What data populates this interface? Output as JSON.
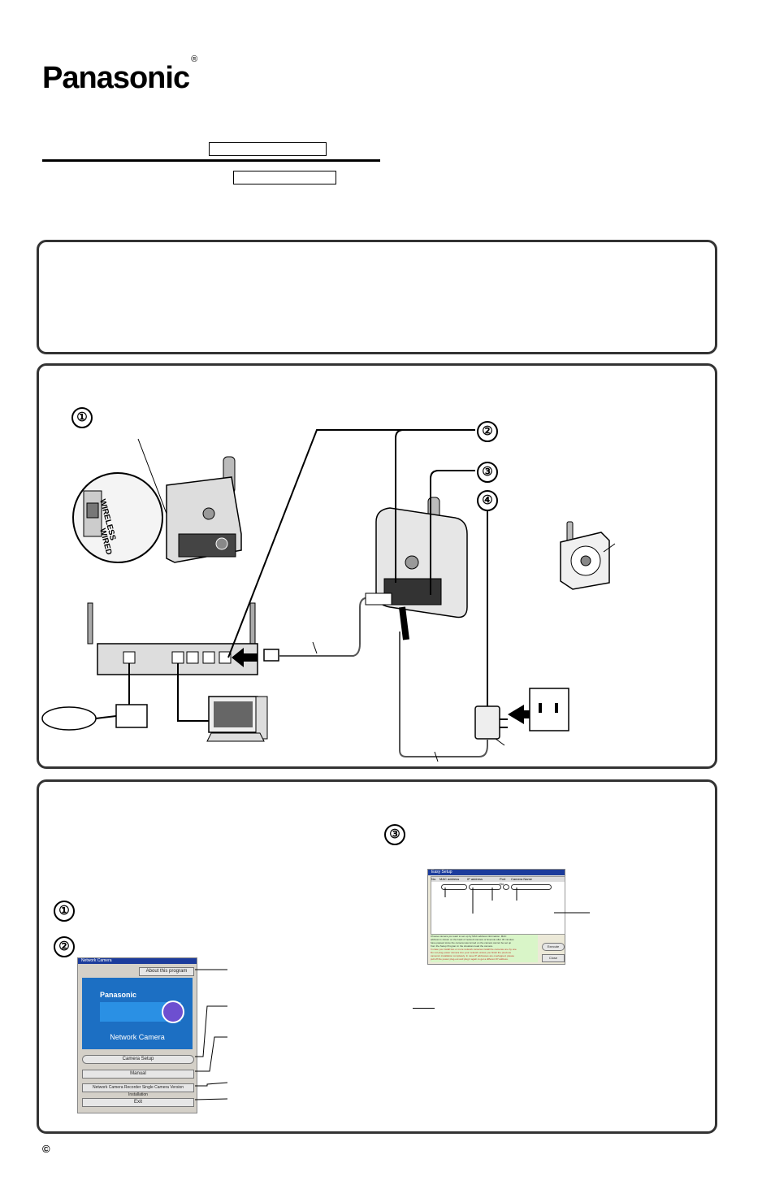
{
  "brand": {
    "logo": "Panasonic",
    "registered": "®"
  },
  "steps": [
    "①",
    "②",
    "③",
    "④"
  ],
  "diagram": {
    "switch_labels": [
      "WIRELESS",
      "WIRED"
    ]
  },
  "launcher": {
    "window_title": "Network Camera",
    "about_button": "About this program",
    "splash_brand": "Panasonic",
    "splash_title": "Network Camera",
    "camera_setup_button": "Camera Setup",
    "manual_button": "Manual",
    "recorder_button": "Network Camera Recorder Single Camera Version Installation",
    "exit_button": "Exit"
  },
  "setup_window": {
    "title": "Easy Setup",
    "columns": [
      "No.",
      "MAC address",
      "IP address",
      "Port No.",
      "Camera Name"
    ],
    "execute_button": "Execute",
    "close_button": "Close",
    "notes": [
      "Choose camera you want to set up by MAC address information. MAC",
      "address is shown on the back of network camera or Execute after 30 minutes",
      "have passed since the camera was turned on the camera cannot be set up",
      "from the Setup Program in the situations lead the camera.",
      "In case you install two or more network cameras install the cameras one by one",
      "Do not plug power camera into your network unless you finish the previous",
      "camera's installation completely. In case IP addresses are overlapped, please",
      "pull off the power plug-out and plug it again to get a different IP address."
    ]
  },
  "footer": {
    "copyright": "©"
  }
}
